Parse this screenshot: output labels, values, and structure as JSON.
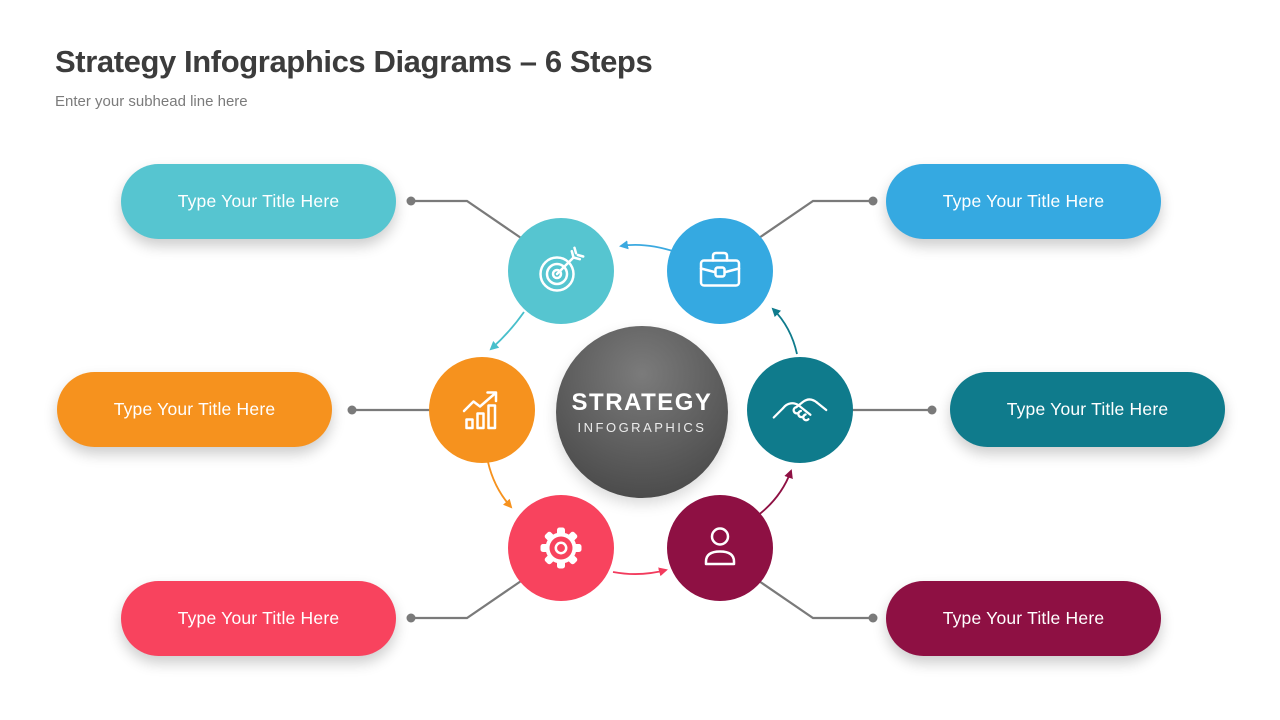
{
  "header": {
    "title": "Strategy Infographics Diagrams – 6 Steps",
    "subtitle": "Enter your subhead line here"
  },
  "center": {
    "title": "STRATEGY",
    "subtitle": "INFOGRAPHICS",
    "color_top": "#7b7b7b",
    "color_bottom": "#4a4a4a"
  },
  "connectors": {
    "color": "#7a7a7a"
  },
  "steps": [
    {
      "position": "top-left",
      "icon": "target-icon",
      "color": "#56C5D0",
      "label": "Type Your Title Here"
    },
    {
      "position": "top-right",
      "icon": "briefcase-icon",
      "color": "#35A9E1",
      "label": "Type Your Title Here"
    },
    {
      "position": "middle-left",
      "icon": "growth-chart-icon",
      "color": "#F6921E",
      "label": "Type Your Title Here"
    },
    {
      "position": "middle-right",
      "icon": "handshake-icon",
      "color": "#0F7B8C",
      "label": "Type Your Title Here"
    },
    {
      "position": "bottom-left",
      "icon": "gear-icon",
      "color": "#F8435E",
      "label": "Type Your Title Here"
    },
    {
      "position": "bottom-right",
      "icon": "user-icon",
      "color": "#8E1043",
      "label": "Type Your Title Here"
    }
  ],
  "arrows": [
    {
      "from": "briefcase",
      "to": "target",
      "color": "#3BA9E0"
    },
    {
      "from": "target",
      "to": "growth-chart",
      "color": "#48BFCB"
    },
    {
      "from": "growth-chart",
      "to": "gear",
      "color": "#F6921E"
    },
    {
      "from": "gear",
      "to": "user",
      "color": "#F23B5D"
    },
    {
      "from": "user",
      "to": "handshake",
      "color": "#8E1043"
    },
    {
      "from": "handshake",
      "to": "briefcase",
      "color": "#0F7B8C"
    }
  ]
}
